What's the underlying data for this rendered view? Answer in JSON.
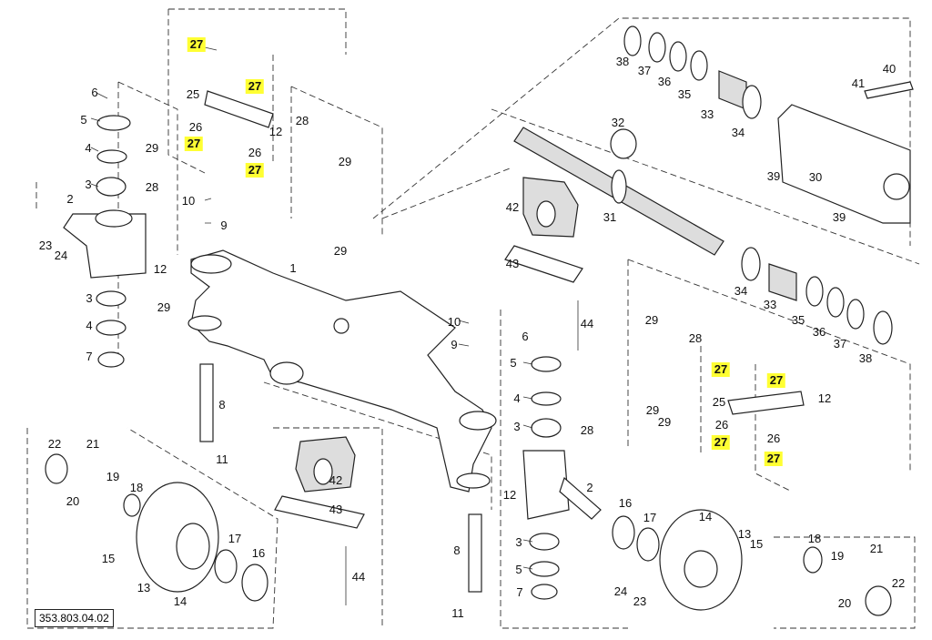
{
  "reference_code": "353.803.04.02",
  "highlight_color": "#ffff33",
  "labels": [
    {
      "t": "27",
      "hl": true
    },
    {
      "t": "27",
      "hl": true
    },
    {
      "t": "6"
    },
    {
      "t": "25"
    },
    {
      "t": "5"
    },
    {
      "t": "26"
    },
    {
      "t": "12"
    },
    {
      "t": "28"
    },
    {
      "t": "27",
      "hl": true
    },
    {
      "t": "26"
    },
    {
      "t": "4"
    },
    {
      "t": "29"
    },
    {
      "t": "29"
    },
    {
      "t": "27",
      "hl": true
    },
    {
      "t": "3"
    },
    {
      "t": "28"
    },
    {
      "t": "2"
    },
    {
      "t": "10"
    },
    {
      "t": "9"
    },
    {
      "t": "23"
    },
    {
      "t": "24"
    },
    {
      "t": "12"
    },
    {
      "t": "1"
    },
    {
      "t": "29"
    },
    {
      "t": "3"
    },
    {
      "t": "29"
    },
    {
      "t": "4"
    },
    {
      "t": "7"
    },
    {
      "t": "8"
    },
    {
      "t": "11"
    },
    {
      "t": "22"
    },
    {
      "t": "21"
    },
    {
      "t": "19"
    },
    {
      "t": "18"
    },
    {
      "t": "20"
    },
    {
      "t": "15"
    },
    {
      "t": "17"
    },
    {
      "t": "16"
    },
    {
      "t": "13"
    },
    {
      "t": "14"
    },
    {
      "t": "42"
    },
    {
      "t": "43"
    },
    {
      "t": "44"
    },
    {
      "t": "38"
    },
    {
      "t": "37"
    },
    {
      "t": "36"
    },
    {
      "t": "35"
    },
    {
      "t": "33"
    },
    {
      "t": "34"
    },
    {
      "t": "40"
    },
    {
      "t": "41"
    },
    {
      "t": "32"
    },
    {
      "t": "30"
    },
    {
      "t": "39"
    },
    {
      "t": "31"
    },
    {
      "t": "42"
    },
    {
      "t": "39"
    },
    {
      "t": "43"
    },
    {
      "t": "44"
    },
    {
      "t": "29"
    },
    {
      "t": "28"
    },
    {
      "t": "34"
    },
    {
      "t": "33"
    },
    {
      "t": "35"
    },
    {
      "t": "36"
    },
    {
      "t": "37"
    },
    {
      "t": "38"
    },
    {
      "t": "10"
    },
    {
      "t": "9"
    },
    {
      "t": "6"
    },
    {
      "t": "5"
    },
    {
      "t": "4"
    },
    {
      "t": "3"
    },
    {
      "t": "28"
    },
    {
      "t": "29"
    },
    {
      "t": "29"
    },
    {
      "t": "27",
      "hl": true
    },
    {
      "t": "27",
      "hl": true
    },
    {
      "t": "12"
    },
    {
      "t": "25"
    },
    {
      "t": "26"
    },
    {
      "t": "27",
      "hl": true
    },
    {
      "t": "26"
    },
    {
      "t": "27",
      "hl": true
    },
    {
      "t": "12"
    },
    {
      "t": "2"
    },
    {
      "t": "16"
    },
    {
      "t": "17"
    },
    {
      "t": "14"
    },
    {
      "t": "13"
    },
    {
      "t": "15"
    },
    {
      "t": "18"
    },
    {
      "t": "19"
    },
    {
      "t": "21"
    },
    {
      "t": "22"
    },
    {
      "t": "20"
    },
    {
      "t": "8"
    },
    {
      "t": "3"
    },
    {
      "t": "5"
    },
    {
      "t": "7"
    },
    {
      "t": "24"
    },
    {
      "t": "23"
    },
    {
      "t": "11"
    }
  ]
}
